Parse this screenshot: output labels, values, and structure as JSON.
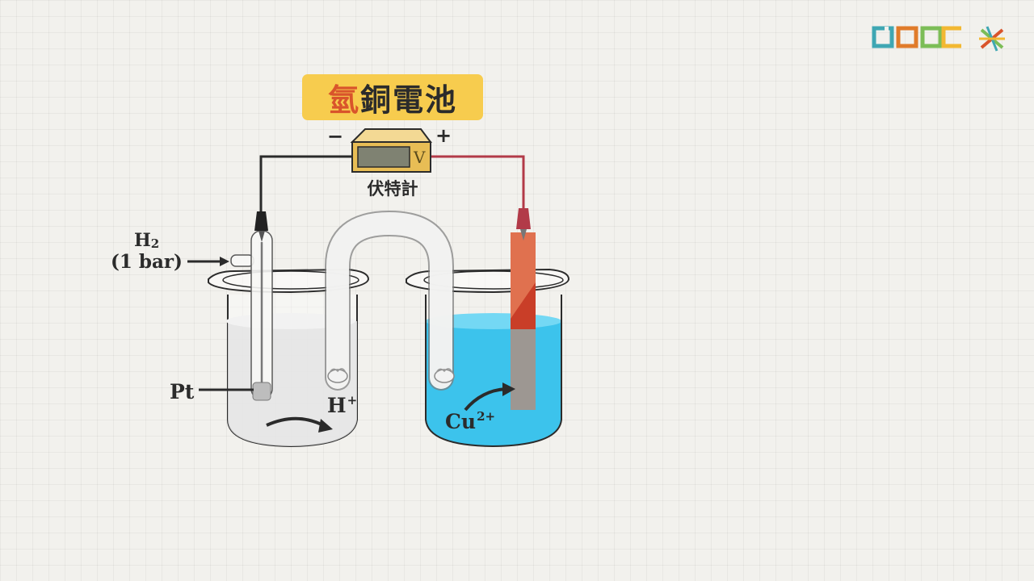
{
  "title": {
    "accent_char": "氫",
    "rest": "銅電池"
  },
  "voltmeter": {
    "label": "伏特計",
    "unit_symbol": "V",
    "negative_sign": "−",
    "positive_sign": "+"
  },
  "labels": {
    "h2_gas": "H",
    "h2_subscript": "2",
    "h2_pressure": "(1 bar)",
    "electrode_pt": "Pt",
    "h_ion": "H",
    "h_ion_charge": "+",
    "cu_ion": "Cu",
    "cu_ion_charge": "2+"
  },
  "logo": {
    "text": "COOC"
  },
  "colors": {
    "title_bg": "#f7cc4e",
    "title_accent": "#d9542b",
    "solution_blue": "#3cc3ec",
    "copper": "#e0714f",
    "negative_wire": "#2a2a2a",
    "positive_wire": "#b23a48",
    "logo_teal": "#3fa7b3",
    "logo_orange": "#e07b2a",
    "logo_green": "#7cbd57",
    "logo_yellow": "#f2b832"
  }
}
